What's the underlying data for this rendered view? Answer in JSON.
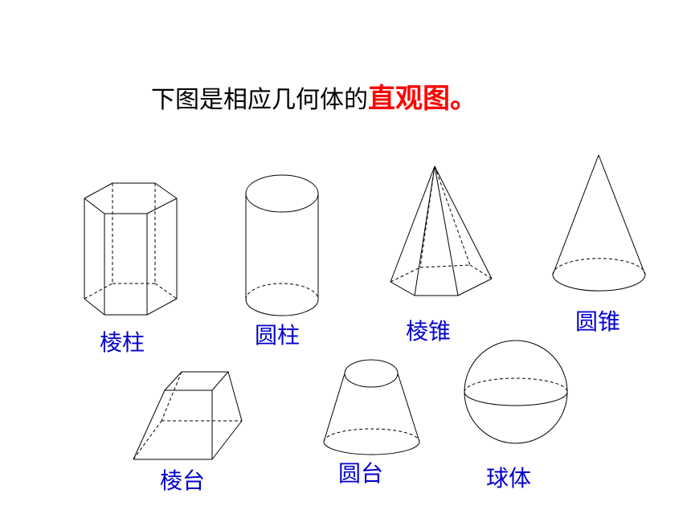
{
  "title": {
    "prefix": "下图是相应几何体的",
    "highlight": "直观图。"
  },
  "colors": {
    "title": "#000000",
    "highlight": "#ff0000",
    "label": "#0000cc",
    "stroke": "#000000"
  },
  "labels": {
    "prism": "棱柱",
    "cylinder": "圆柱",
    "pyramid": "棱锥",
    "cone": "圆锥",
    "frustum_pyramid": "棱台",
    "frustum_cone": "圆台",
    "sphere": "球体"
  }
}
